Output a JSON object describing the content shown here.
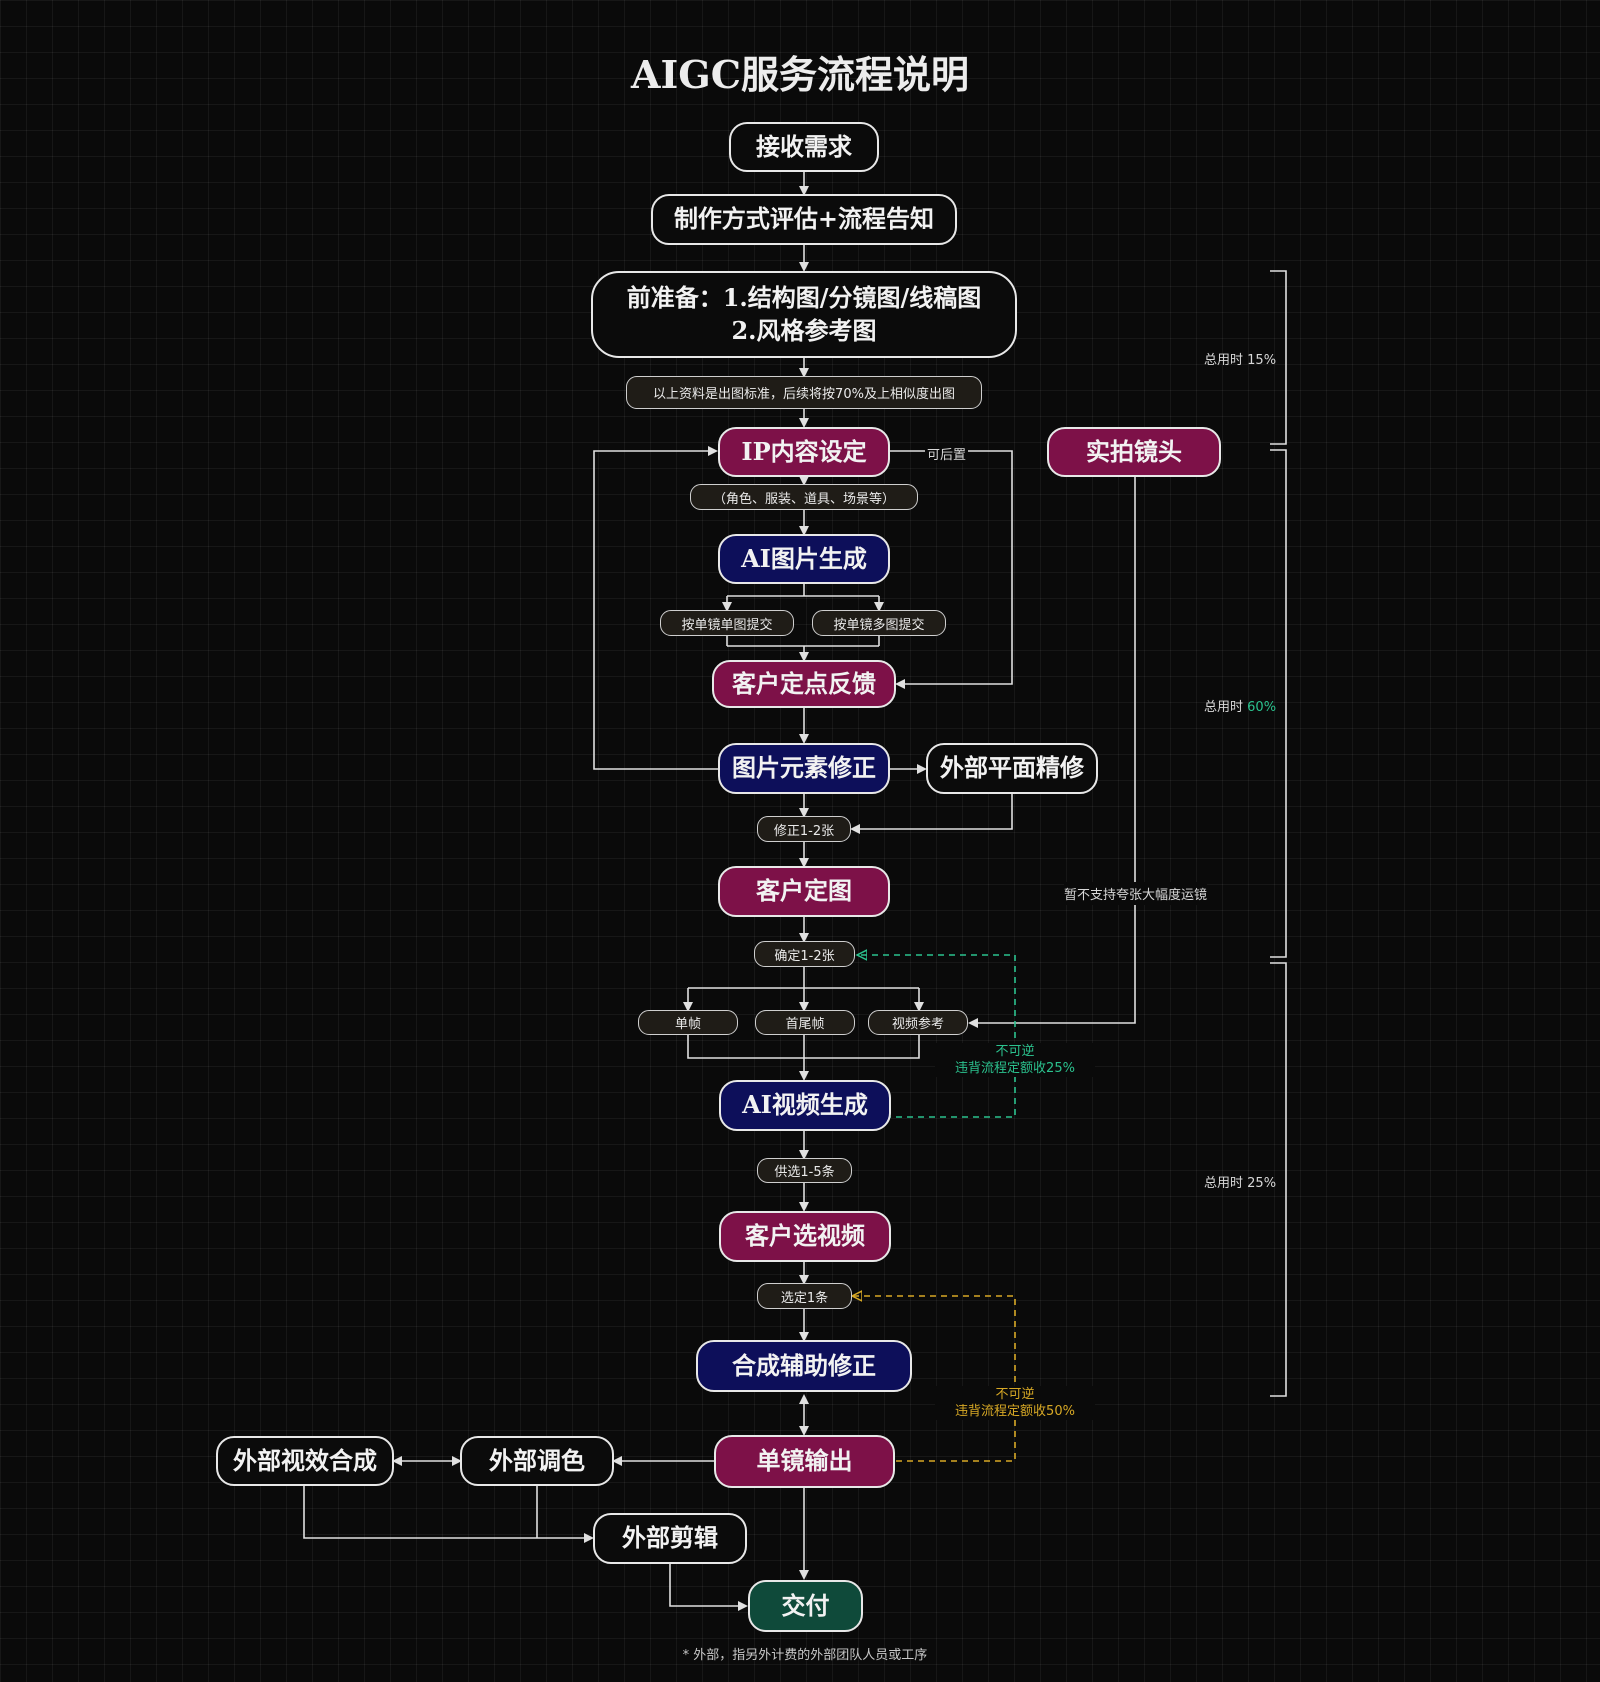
{
  "title": "AIGC服务流程说明",
  "nodes": {
    "receive": "接收需求",
    "evaluate": "制作方式评估+流程告知",
    "prep_line1": "前准备：1.结构图/分镜图/线稿图",
    "prep_line2": "2.风格参考图",
    "ip_content": "IP内容设定",
    "ai_image": "AI图片生成",
    "client_feedback": "客户定点反馈",
    "image_fix": "图片元素修正",
    "external_retouch": "外部平面精修",
    "client_confirm": "客户定图",
    "ai_video": "AI视频生成",
    "client_select": "客户选视频",
    "composite_fix": "合成辅助修正",
    "shot_output": "单镜输出",
    "external_vfx": "外部视效合成",
    "external_grading": "外部调色",
    "external_edit": "外部剪辑",
    "delivery": "交付",
    "live_shot": "实拍镜头"
  },
  "pills": {
    "standard_note": "以上资料是出图标准，后续将按70%及上相似度出图",
    "ip_detail": "（角色、服装、道具、场景等）",
    "single_image": "按单镜单图提交",
    "multi_image": "按单镜多图提交",
    "fix_count": "修正1-2张",
    "confirm_count": "确定1-2张",
    "single_frame": "单帧",
    "first_last_frame": "首尾帧",
    "video_reference": "视频参考",
    "offer_count": "供选1-5条",
    "select_count": "选定1条"
  },
  "labels": {
    "can_defer": "可后置",
    "no_large_camera": "暂不支持夸张大幅度运镜",
    "irreversible": "不可逆",
    "penalty_25": "违背流程定额收25%",
    "penalty_50": "违背流程定额收50%",
    "time_prefix": "总用时",
    "time_15": "15%",
    "time_60": "60%",
    "time_25": "25%",
    "footnote": "* 外部，指另外计费的外部团队人员或工序"
  },
  "colors": {
    "background": "#0a0a0a",
    "node_red": "#7d1148",
    "node_blue": "#0d0f5a",
    "node_green": "#0f4a3a",
    "line": "#e0e0e0",
    "dashed_teal": "#2bc28e",
    "dashed_gold": "#d7a825"
  }
}
